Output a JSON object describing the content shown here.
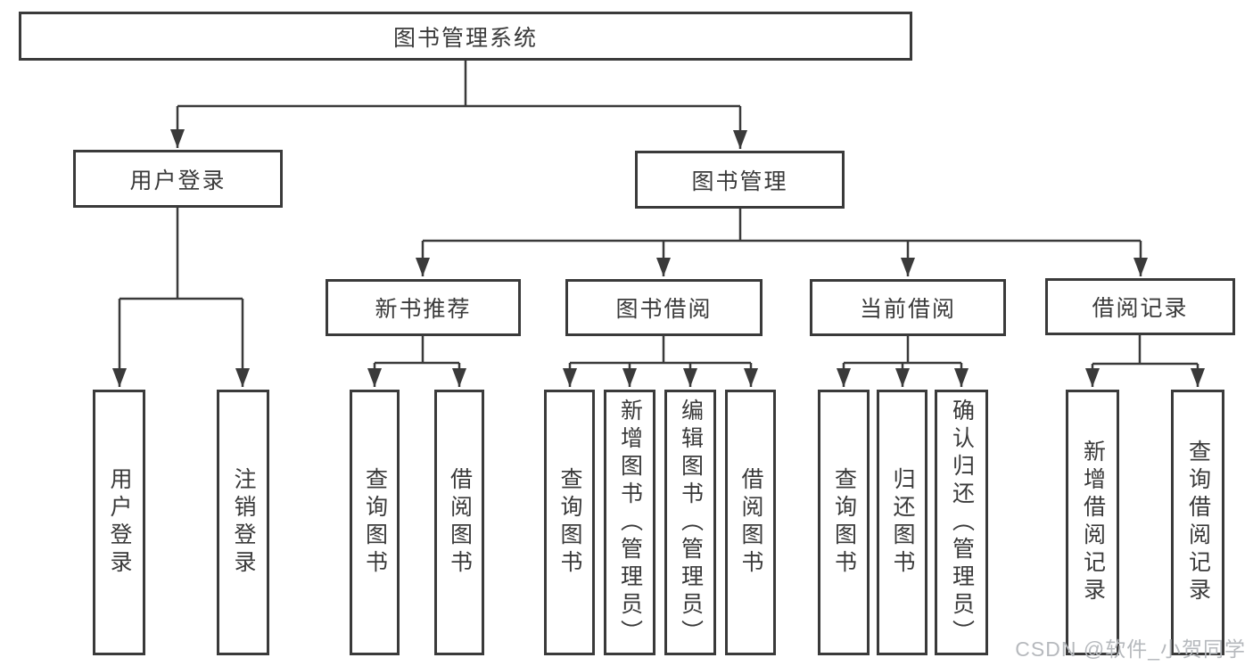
{
  "diagram": {
    "root": "图书管理系统",
    "level2": {
      "user_login": "用户登录",
      "book_mgmt": "图书管理"
    },
    "level3": {
      "new_books": "新书推荐",
      "borrow": "图书借阅",
      "current": "当前借阅",
      "records": "借阅记录"
    },
    "leaves": {
      "user_login": [
        "用户登录",
        "注销登录"
      ],
      "new_books": [
        "查询图书",
        "借阅图书"
      ],
      "borrow": [
        "查询图书",
        "新增图书（管理员）",
        "编辑图书（管理员）",
        "借阅图书"
      ],
      "current": [
        "查询图书",
        "归还图书",
        "确认归还（管理员）"
      ],
      "records": [
        "新增借阅记录",
        "查询借阅记录"
      ]
    }
  },
  "watermark": "CSDN @软件_小贺同学",
  "colors": {
    "line": "#3a3a3a",
    "text": "#3a3a3a",
    "background": "#ffffff",
    "watermark": "#b6b9bd"
  }
}
